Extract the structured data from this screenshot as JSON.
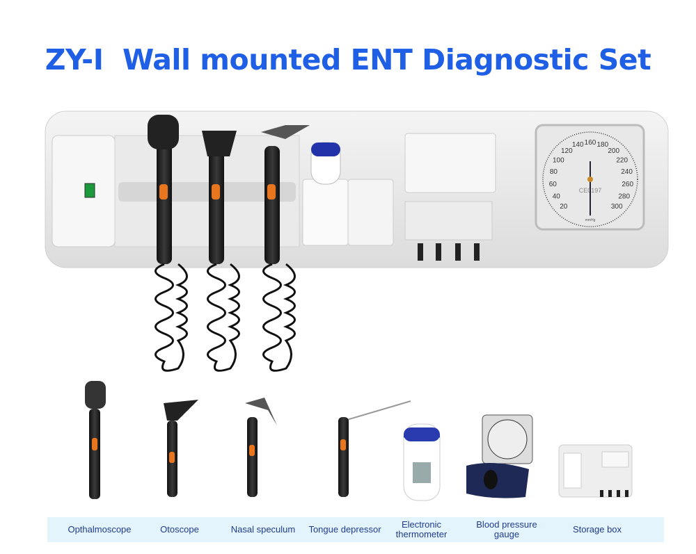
{
  "title": "ZY-I  Wall mounted ENT Diagnostic Set",
  "gauge": {
    "scale": [
      "20",
      "40",
      "60",
      "80",
      "100",
      "120",
      "140",
      "160",
      "180",
      "200",
      "220",
      "240",
      "260",
      "280",
      "300"
    ],
    "mark": "CE0197",
    "unit": "mmHg"
  },
  "colors": {
    "title": "#1f5fe6",
    "label_bar": "#e4f4fc",
    "label_text": "#1f3b8f",
    "switch": "#1a9a3a",
    "handle_accent": "#e8761e"
  },
  "products": [
    {
      "label": "Opthalmoscope",
      "icon": "ophthalmoscope-icon"
    },
    {
      "label": "Otoscope",
      "icon": "otoscope-icon"
    },
    {
      "label": "Nasal speculum",
      "icon": "nasal-speculum-icon"
    },
    {
      "label": "Tongue depressor",
      "icon": "tongue-depressor-icon"
    },
    {
      "label": "Electronic thermometer",
      "icon": "thermometer-icon"
    },
    {
      "label": "Blood pressure gauge",
      "icon": "blood-pressure-gauge-icon"
    },
    {
      "label": "Storage box",
      "icon": "storage-box-icon"
    }
  ]
}
